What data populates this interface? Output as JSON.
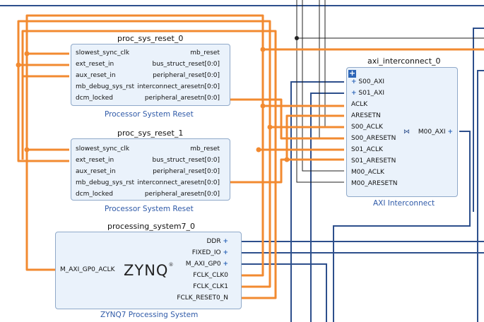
{
  "proc_sys_reset_0": {
    "title": "proc_sys_reset_0",
    "subtitle": "Processor System Reset",
    "inputs": [
      "slowest_sync_clk",
      "ext_reset_in",
      "aux_reset_in",
      "mb_debug_sys_rst",
      "dcm_locked"
    ],
    "outputs": [
      "mb_reset",
      "bus_struct_reset[0:0]",
      "peripheral_reset[0:0]",
      "interconnect_aresetn[0:0]",
      "peripheral_aresetn[0:0]"
    ]
  },
  "proc_sys_reset_1": {
    "title": "proc_sys_reset_1",
    "subtitle": "Processor System Reset",
    "inputs": [
      "slowest_sync_clk",
      "ext_reset_in",
      "aux_reset_in",
      "mb_debug_sys_rst",
      "dcm_locked"
    ],
    "outputs": [
      "mb_reset",
      "bus_struct_reset[0:0]",
      "peripheral_reset[0:0]",
      "interconnect_aresetn[0:0]",
      "peripheral_aresetn[0:0]"
    ]
  },
  "axi_interconnect_0": {
    "title": "axi_interconnect_0",
    "subtitle": "AXI Interconnect",
    "inputs": [
      "S00_AXI",
      "S01_AXI",
      "ACLK",
      "ARESETN",
      "S00_ACLK",
      "S00_ARESETN",
      "S01_ACLK",
      "S01_ARESETN",
      "M00_ACLK",
      "M00_ARESETN"
    ],
    "output": "M00_AXI"
  },
  "processing_system7_0": {
    "title": "processing_system7_0",
    "subtitle": "ZYNQ7 Processing System",
    "input": "M_AXI_GP0_ACLK",
    "outputs": [
      "DDR",
      "FIXED_IO",
      "M_AXI_GP0",
      "FCLK_CLK0",
      "FCLK_CLK1",
      "FCLK_RESET0_N"
    ],
    "logo": "ZYNQ",
    "logo_mark": "®"
  },
  "colors": {
    "orange_net": "#f28a30",
    "blue_net": "#2d4f8c",
    "black_net": "#222222",
    "block_fill": "#eaf2fb",
    "block_border": "#8fa9c9",
    "subtitle": "#2f5aa8"
  }
}
